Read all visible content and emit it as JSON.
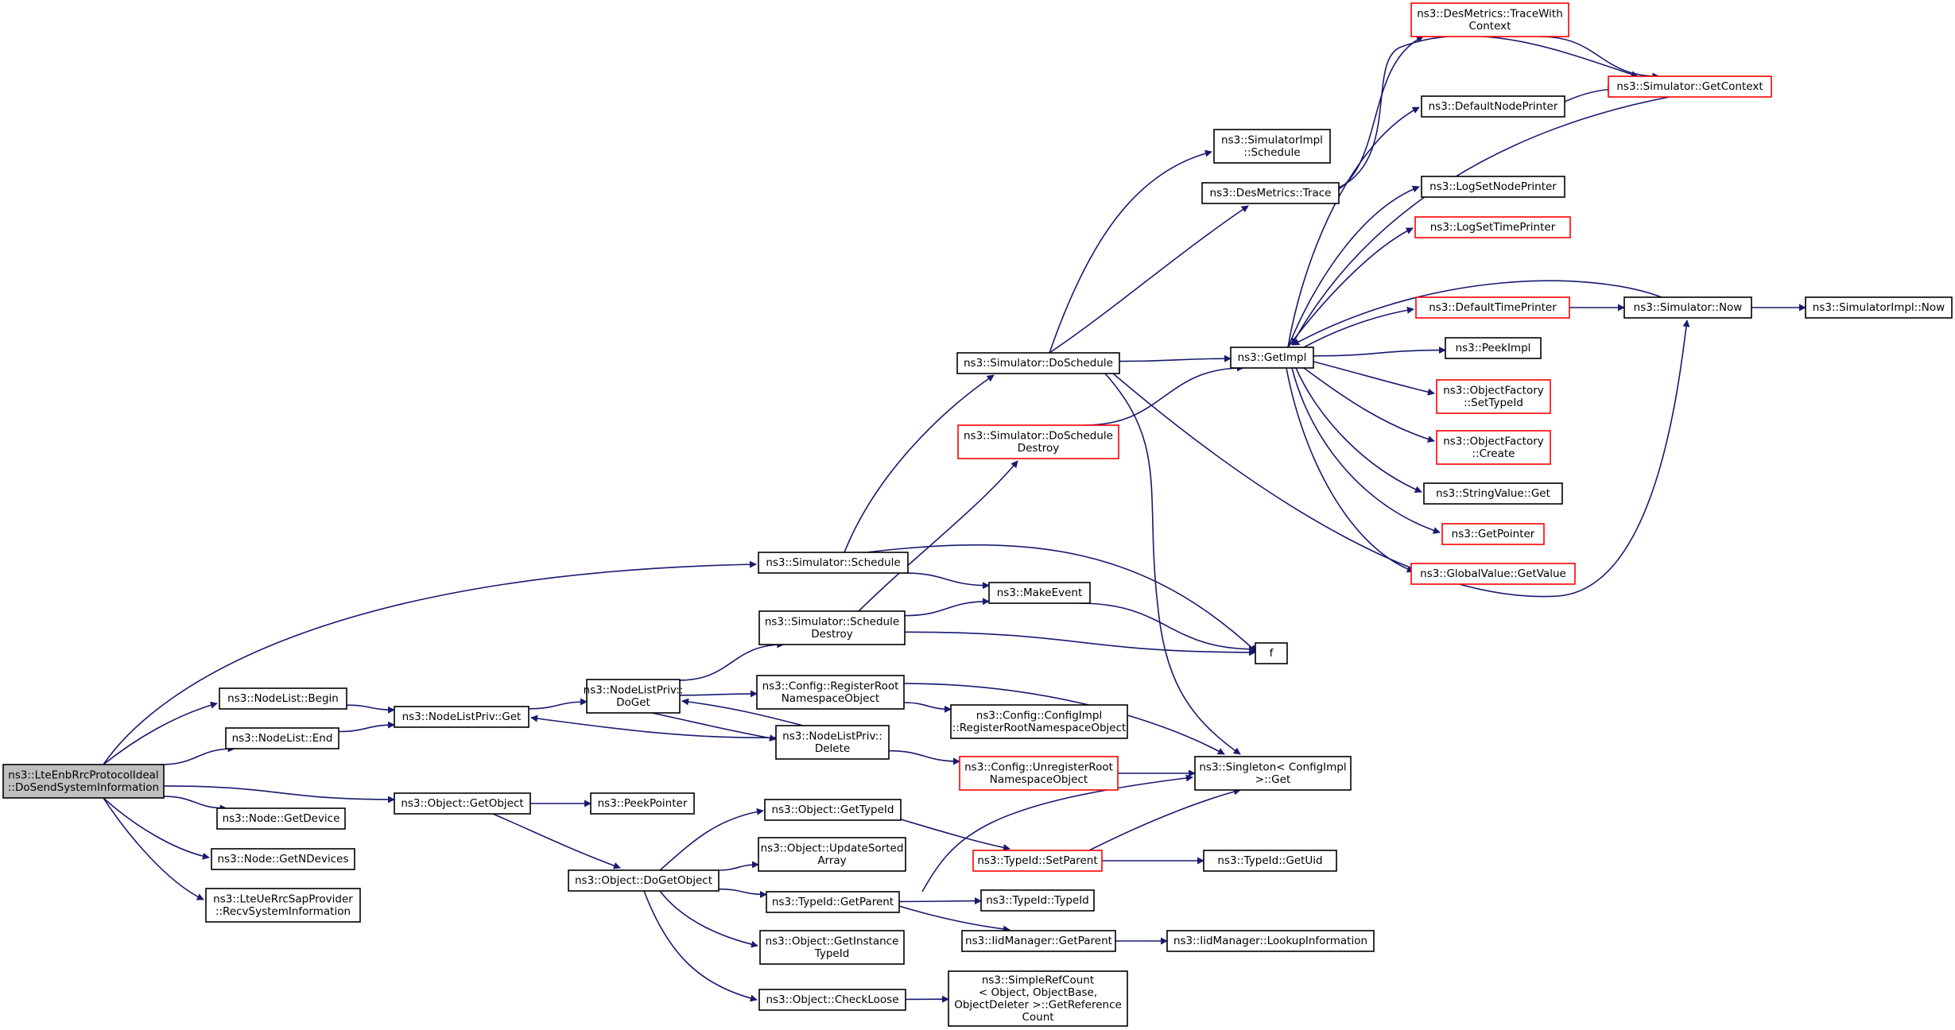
{
  "graph": {
    "colors": {
      "edge": "#191970",
      "default_border": "#000000",
      "partial_border": "#ff0000",
      "root_fill": "#bfbfbf",
      "node_fill": "#ffffff"
    },
    "nodes": [
      {
        "id": "root",
        "lines": [
          "ns3::LteEnbRrcProtocolIdeal",
          "::DoSendSystemInformation"
        ],
        "style": "root"
      },
      {
        "id": "nlbegin",
        "lines": [
          "ns3::NodeList::Begin"
        ],
        "style": "normal"
      },
      {
        "id": "nlend",
        "lines": [
          "ns3::NodeList::End"
        ],
        "style": "normal"
      },
      {
        "id": "nodegetdev",
        "lines": [
          "ns3::Node::GetDevice"
        ],
        "style": "normal"
      },
      {
        "id": "nodegetn",
        "lines": [
          "ns3::Node::GetNDevices"
        ],
        "style": "normal"
      },
      {
        "id": "recvsys",
        "lines": [
          "ns3::LteUeRrcSapProvider",
          "::RecvSystemInformation"
        ],
        "style": "normal"
      },
      {
        "id": "nlpget",
        "lines": [
          "ns3::NodeListPriv::Get"
        ],
        "style": "normal"
      },
      {
        "id": "objgetobj",
        "lines": [
          "ns3::Object::GetObject"
        ],
        "style": "normal"
      },
      {
        "id": "peekptr",
        "lines": [
          "ns3::PeekPointer"
        ],
        "style": "normal"
      },
      {
        "id": "nlpdoget",
        "lines": [
          "ns3::NodeListPriv::",
          "DoGet"
        ],
        "style": "normal"
      },
      {
        "id": "nlpdelete",
        "lines": [
          "ns3::NodeListPriv::",
          "Delete"
        ],
        "style": "normal"
      },
      {
        "id": "simsched",
        "lines": [
          "ns3::Simulator::Schedule"
        ],
        "style": "normal"
      },
      {
        "id": "simscheddestroy",
        "lines": [
          "ns3::Simulator::Schedule",
          "Destroy"
        ],
        "style": "normal"
      },
      {
        "id": "cfgregroot",
        "lines": [
          "ns3::Config::RegisterRoot",
          "NamespaceObject"
        ],
        "style": "normal"
      },
      {
        "id": "cfgimplreg",
        "lines": [
          "ns3::Config::ConfigImpl",
          "::RegisterRootNamespaceObject"
        ],
        "style": "normal"
      },
      {
        "id": "cfgunreg",
        "lines": [
          "ns3::Config::UnregisterRoot",
          "NamespaceObject"
        ],
        "style": "partial"
      },
      {
        "id": "makeevent",
        "lines": [
          "ns3::MakeEvent"
        ],
        "style": "normal"
      },
      {
        "id": "f",
        "lines": [
          "f"
        ],
        "style": "normal"
      },
      {
        "id": "simdosched",
        "lines": [
          "ns3::Simulator::DoSchedule"
        ],
        "style": "normal"
      },
      {
        "id": "simdoscheddestroy",
        "lines": [
          "ns3::Simulator::DoSchedule",
          "Destroy"
        ],
        "style": "partial"
      },
      {
        "id": "singleton",
        "lines": [
          "ns3::Singleton< ConfigImpl",
          " >::Get"
        ],
        "style": "normal"
      },
      {
        "id": "objdogetobj",
        "lines": [
          "ns3::Object::DoGetObject"
        ],
        "style": "normal"
      },
      {
        "id": "objgettypeid",
        "lines": [
          "ns3::Object::GetTypeId"
        ],
        "style": "normal"
      },
      {
        "id": "objupdsorted",
        "lines": [
          "ns3::Object::UpdateSorted",
          "Array"
        ],
        "style": "normal"
      },
      {
        "id": "typeidgetparent",
        "lines": [
          "ns3::TypeId::GetParent"
        ],
        "style": "normal"
      },
      {
        "id": "objgetinst",
        "lines": [
          "ns3::Object::GetInstance",
          "TypeId"
        ],
        "style": "normal"
      },
      {
        "id": "objcheckloose",
        "lines": [
          "ns3::Object::CheckLoose"
        ],
        "style": "normal"
      },
      {
        "id": "typeidsetparent",
        "lines": [
          "ns3::TypeId::SetParent"
        ],
        "style": "partial"
      },
      {
        "id": "typeidtypeid",
        "lines": [
          "ns3::TypeId::TypeId"
        ],
        "style": "normal"
      },
      {
        "id": "iidgetparent",
        "lines": [
          "ns3::IidManager::GetParent"
        ],
        "style": "normal"
      },
      {
        "id": "simplerefcount",
        "lines": [
          "ns3::SimpleRefCount",
          "< Object, ObjectBase,",
          " ObjectDeleter >::GetReference",
          "Count"
        ],
        "style": "normal"
      },
      {
        "id": "typeidgetuid",
        "lines": [
          "ns3::TypeId::GetUid"
        ],
        "style": "normal"
      },
      {
        "id": "iidlookup",
        "lines": [
          "ns3::IidManager::LookupInformation"
        ],
        "style": "normal"
      },
      {
        "id": "simimplsched",
        "lines": [
          "ns3::SimulatorImpl",
          "::Schedule"
        ],
        "style": "normal"
      },
      {
        "id": "desmetrace",
        "lines": [
          "ns3::DesMetrics::Trace"
        ],
        "style": "normal"
      },
      {
        "id": "getimpl",
        "lines": [
          "ns3::GetImpl"
        ],
        "style": "normal"
      },
      {
        "id": "desmetracectx",
        "lines": [
          "ns3::DesMetrics::TraceWith",
          "Context"
        ],
        "style": "partial"
      },
      {
        "id": "defnodeprinter",
        "lines": [
          "ns3::DefaultNodePrinter"
        ],
        "style": "normal"
      },
      {
        "id": "simgetctx",
        "lines": [
          "ns3::Simulator::GetContext"
        ],
        "style": "partial"
      },
      {
        "id": "logsetnode",
        "lines": [
          "ns3::LogSetNodePrinter"
        ],
        "style": "normal"
      },
      {
        "id": "logsettime",
        "lines": [
          "ns3::LogSetTimePrinter"
        ],
        "style": "partial"
      },
      {
        "id": "deftimeprinter",
        "lines": [
          "ns3::DefaultTimePrinter"
        ],
        "style": "partial"
      },
      {
        "id": "simnow",
        "lines": [
          "ns3::Simulator::Now"
        ],
        "style": "normal"
      },
      {
        "id": "simimplnow",
        "lines": [
          "ns3::SimulatorImpl::Now"
        ],
        "style": "normal"
      },
      {
        "id": "peekimpl",
        "lines": [
          "ns3::PeekImpl"
        ],
        "style": "normal"
      },
      {
        "id": "objfactsettype",
        "lines": [
          "ns3::ObjectFactory",
          "::SetTypeId"
        ],
        "style": "partial"
      },
      {
        "id": "objfactcreate",
        "lines": [
          "ns3::ObjectFactory",
          "::Create"
        ],
        "style": "partial"
      },
      {
        "id": "stringvalueget",
        "lines": [
          "ns3::StringValue::Get"
        ],
        "style": "normal"
      },
      {
        "id": "getpointer",
        "lines": [
          "ns3::GetPointer"
        ],
        "style": "partial"
      },
      {
        "id": "globalvalueget",
        "lines": [
          "ns3::GlobalValue::GetValue"
        ],
        "style": "partial"
      }
    ],
    "edges": [
      [
        "root",
        "simsched"
      ],
      [
        "root",
        "nlbegin"
      ],
      [
        "root",
        "nlend"
      ],
      [
        "root",
        "objgetobj"
      ],
      [
        "root",
        "nodegetdev"
      ],
      [
        "root",
        "nodegetn"
      ],
      [
        "root",
        "recvsys"
      ],
      [
        "nlbegin",
        "nlpget"
      ],
      [
        "nlend",
        "nlpget"
      ],
      [
        "nlpget",
        "nlpdoget"
      ],
      [
        "nlpdoget",
        "simscheddestroy"
      ],
      [
        "nlpdoget",
        "cfgregroot"
      ],
      [
        "nlpdoget",
        "nlpdelete"
      ],
      [
        "nlpdelete",
        "nlpdoget"
      ],
      [
        "nlpdelete",
        "nlpget"
      ],
      [
        "nlpdelete",
        "cfgunreg"
      ],
      [
        "objgetobj",
        "peekptr"
      ],
      [
        "objgetobj",
        "objdogetobj"
      ],
      [
        "simsched",
        "simdosched"
      ],
      [
        "simsched",
        "makeevent"
      ],
      [
        "simsched",
        "f"
      ],
      [
        "simscheddestroy",
        "simdoscheddestroy"
      ],
      [
        "simscheddestroy",
        "makeevent"
      ],
      [
        "simscheddestroy",
        "f"
      ],
      [
        "makeevent",
        "f"
      ],
      [
        "cfgregroot",
        "cfgimplreg"
      ],
      [
        "cfgregroot",
        "singleton"
      ],
      [
        "cfgunreg",
        "singleton"
      ],
      [
        "simdosched",
        "simimplsched"
      ],
      [
        "simdosched",
        "desmetrace"
      ],
      [
        "simdosched",
        "getimpl"
      ],
      [
        "simdosched",
        "singleton"
      ],
      [
        "simdosched",
        "simnow"
      ],
      [
        "simdoscheddestroy",
        "getimpl"
      ],
      [
        "desmetrace",
        "desmetracectx"
      ],
      [
        "desmetrace",
        "simgetctx"
      ],
      [
        "desmetracectx",
        "simgetctx"
      ],
      [
        "getimpl",
        "defnodeprinter"
      ],
      [
        "getimpl",
        "logsetnode"
      ],
      [
        "getimpl",
        "logsettime"
      ],
      [
        "getimpl",
        "deftimeprinter"
      ],
      [
        "getimpl",
        "peekimpl"
      ],
      [
        "getimpl",
        "objfactsettype"
      ],
      [
        "getimpl",
        "objfactcreate"
      ],
      [
        "getimpl",
        "stringvalueget"
      ],
      [
        "getimpl",
        "getpointer"
      ],
      [
        "getimpl",
        "globalvalueget"
      ],
      [
        "defnodeprinter",
        "simgetctx"
      ],
      [
        "simgetctx",
        "getimpl"
      ],
      [
        "deftimeprinter",
        "simnow"
      ],
      [
        "simnow",
        "getimpl"
      ],
      [
        "simnow",
        "simimplnow"
      ],
      [
        "objdogetobj",
        "objgettypeid"
      ],
      [
        "objdogetobj",
        "objupdsorted"
      ],
      [
        "objdogetobj",
        "typeidgetparent"
      ],
      [
        "objdogetobj",
        "objgetinst"
      ],
      [
        "objdogetobj",
        "objcheckloose"
      ],
      [
        "objgettypeid",
        "typeidsetparent"
      ],
      [
        "typeidgetparent",
        "typeidtypeid"
      ],
      [
        "typeidgetparent",
        "iidgetparent"
      ],
      [
        "typeidgetparent",
        "singleton"
      ],
      [
        "typeidsetparent",
        "typeidgetuid"
      ],
      [
        "typeidsetparent",
        "singleton"
      ],
      [
        "iidgetparent",
        "iidlookup"
      ],
      [
        "objcheckloose",
        "simplerefcount"
      ]
    ]
  }
}
